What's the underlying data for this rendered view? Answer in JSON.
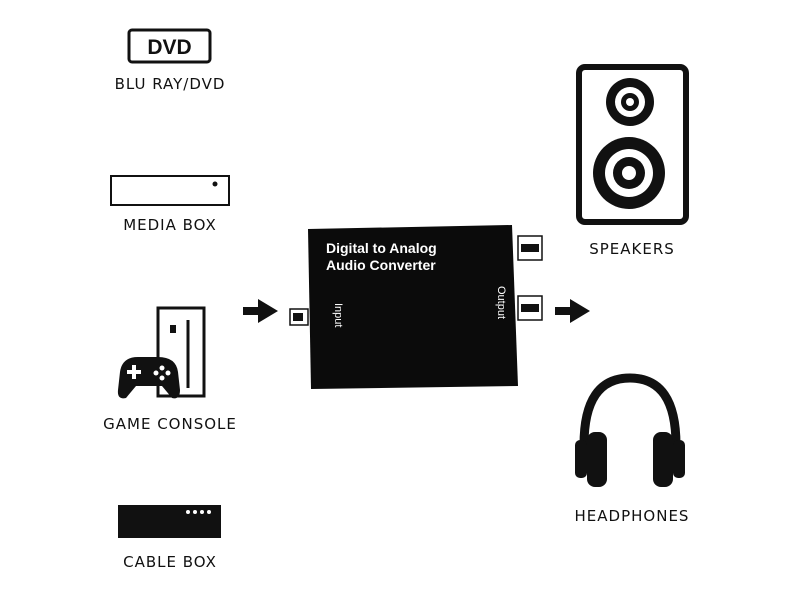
{
  "sources": [
    {
      "label": "BLU RAY/DVD",
      "icon": "dvd-icon",
      "icon_text": "DVD"
    },
    {
      "label": "MEDIA BOX",
      "icon": "media-box-icon"
    },
    {
      "label": "GAME CONSOLE",
      "icon": "game-console-icon"
    },
    {
      "label": "CABLE BOX",
      "icon": "cable-box-icon"
    }
  ],
  "converter": {
    "title_line1": "Digital  to Analog",
    "title_line2": "Audio Converter",
    "input_label": "Input",
    "output_label": "Output"
  },
  "outputs": [
    {
      "label": "SPEAKERS",
      "icon": "speaker-icon"
    },
    {
      "label": "HEADPHONES",
      "icon": "headphones-icon"
    }
  ],
  "colors": {
    "ink": "#111111",
    "background": "#ffffff"
  }
}
